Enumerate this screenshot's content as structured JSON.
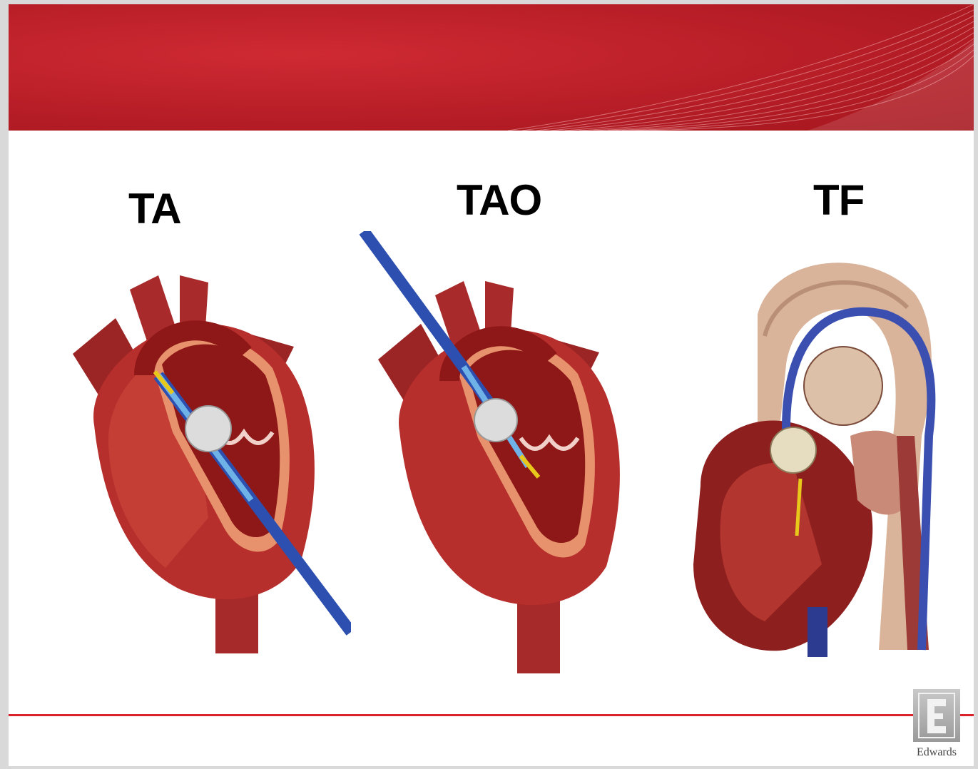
{
  "slide": {
    "banner_color": "#c4222b",
    "accent_line_color": "#d9232b"
  },
  "panels": [
    {
      "label": "TA",
      "image": "heart-transapical-illustration"
    },
    {
      "label": "TAO",
      "image": "heart-transaortic-illustration"
    },
    {
      "label": "TF",
      "image": "heart-transfemoral-illustration"
    }
  ],
  "footer": {
    "logo_text": "Edwards",
    "logo_icon": "edwards-logo-icon"
  }
}
